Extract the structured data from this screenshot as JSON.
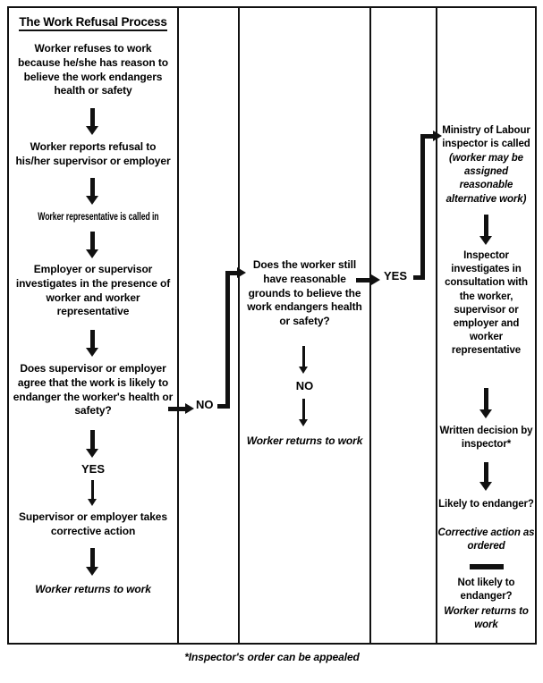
{
  "document": {
    "title": "The Work Refusal Process",
    "footnote": "*Inspector's order can be appealed"
  },
  "colors": {
    "ink": "#111111",
    "background": "#ffffff"
  },
  "columns": [
    {
      "id": "column-1",
      "name": "worker-refusal-stage-1",
      "nodes": [
        {
          "id": "n1",
          "text": "Worker refuses to work because he/she has reason to believe the work endangers health or safety",
          "style": "normal"
        },
        {
          "id": "n2",
          "text": "Worker reports refusal to his/her supervisor or employer",
          "style": "normal"
        },
        {
          "id": "n3",
          "text": "Worker representative is called in",
          "style": "normal"
        },
        {
          "id": "n4",
          "text": "Employer or supervisor investigates in the presence of worker and worker representative",
          "style": "normal"
        },
        {
          "id": "n5",
          "text": "Does supervisor or employer agree that the work is likely to endanger the worker's health or safety?",
          "style": "normal"
        },
        {
          "id": "n6",
          "text": "YES",
          "style": "branch"
        },
        {
          "id": "n7",
          "text": "Supervisor or employer takes corrective action",
          "style": "normal"
        },
        {
          "id": "n8",
          "text": "Worker returns to work",
          "style": "italic"
        }
      ]
    },
    {
      "id": "column-2",
      "name": "no-branch-connector",
      "nodes": [
        {
          "id": "b1",
          "text": "NO",
          "style": "branch"
        }
      ]
    },
    {
      "id": "column-3",
      "name": "worker-refusal-stage-2",
      "nodes": [
        {
          "id": "n9",
          "text": "Does the worker still have reasonable grounds to believe the work endangers health or safety?",
          "style": "normal"
        },
        {
          "id": "n10",
          "text": "NO",
          "style": "branch"
        },
        {
          "id": "n11",
          "text": "Worker returns to work",
          "style": "italic"
        }
      ]
    },
    {
      "id": "column-4",
      "name": "yes-branch-connector",
      "nodes": [
        {
          "id": "b2",
          "text": "YES",
          "style": "branch"
        }
      ]
    },
    {
      "id": "column-5",
      "name": "ministry-of-labour-stage",
      "nodes": [
        {
          "id": "n12a",
          "text": "Ministry of Labour inspector is called",
          "style": "normal"
        },
        {
          "id": "n12b",
          "text": "(worker may be assigned reasonable alternative work)",
          "style": "italic"
        },
        {
          "id": "n13",
          "text": "Inspector investigates in consultation with the worker, supervisor or employer and worker representative",
          "style": "normal"
        },
        {
          "id": "n14",
          "text": "Written decision by inspector*",
          "style": "normal"
        },
        {
          "id": "n15a",
          "text": "Likely to endanger?",
          "style": "normal"
        },
        {
          "id": "n15b",
          "text": "Corrective action as ordered",
          "style": "italic"
        },
        {
          "id": "n16a",
          "text": "Not likely to endanger?",
          "style": "normal"
        },
        {
          "id": "n16b",
          "text": "Worker returns to work",
          "style": "italic"
        }
      ]
    }
  ],
  "connectors": {
    "no_label": "NO",
    "yes_label": "YES"
  }
}
